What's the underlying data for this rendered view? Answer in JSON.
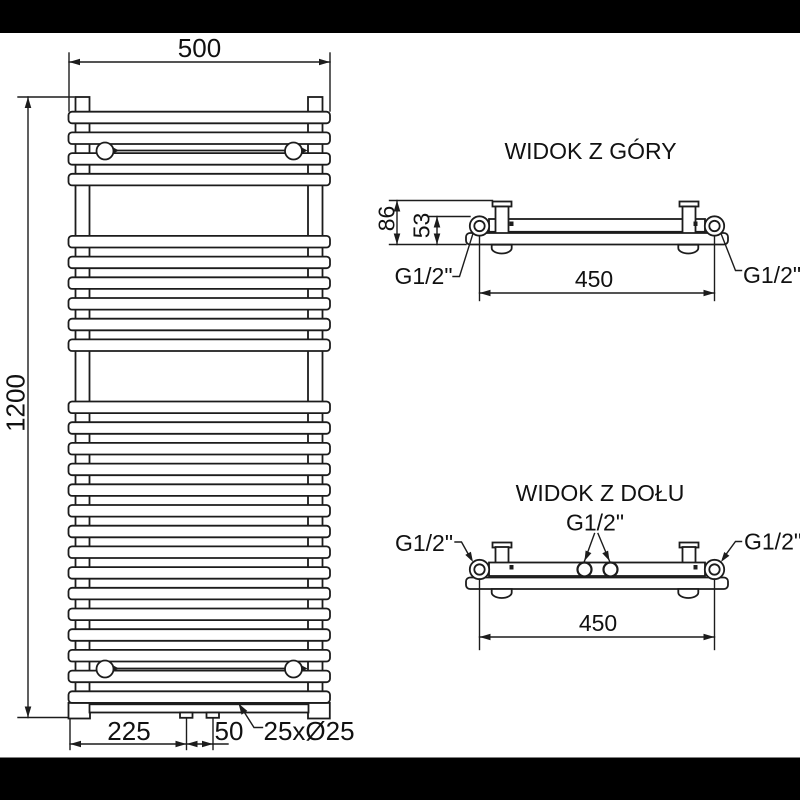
{
  "front_view": {
    "width_label": "500",
    "height_label": "1200",
    "bottom_left_label": "225",
    "bottom_center_label": "50",
    "rung_callout": "25xØ25"
  },
  "top_view": {
    "title": "WIDOK Z GÓRY",
    "depth_label": "86",
    "pipe_depth_label": "53",
    "spacing_label": "450",
    "thread_left_label": "G1/2\"",
    "thread_right_label": "G1/2\""
  },
  "bottom_view": {
    "title": "WIDOK Z DOŁU",
    "spacing_label": "450",
    "thread_left_label": "G1/2\"",
    "thread_center_label": "G1/2\"",
    "thread_right_label": "G1/2\""
  },
  "colors": {
    "line": "#1c1c1c",
    "background": "#ffffff",
    "letterbox": "#000000"
  }
}
